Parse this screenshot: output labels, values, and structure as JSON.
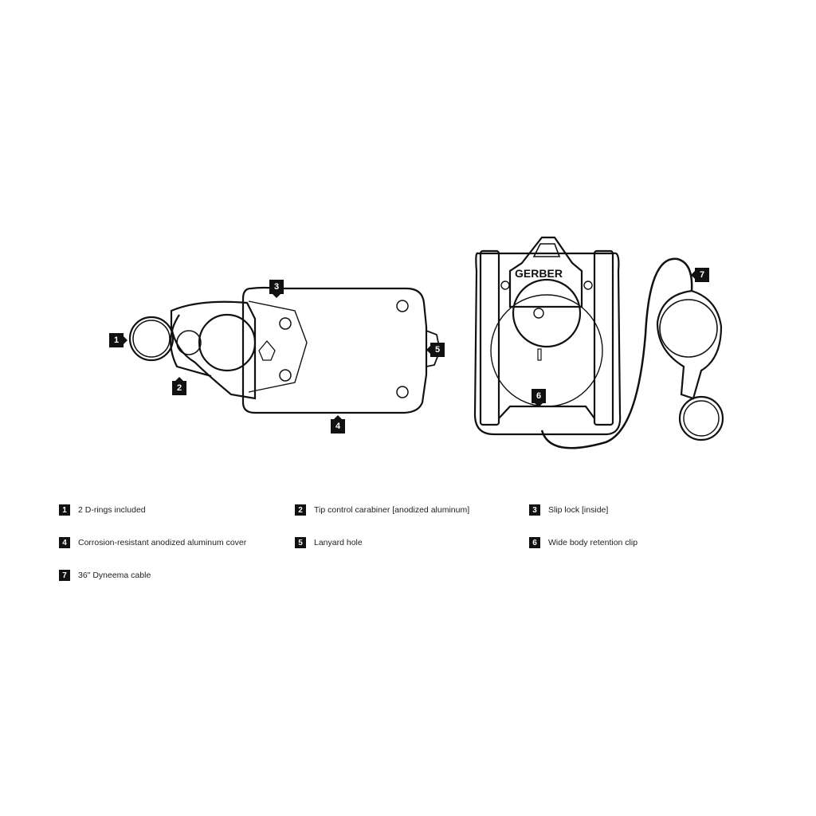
{
  "brand_mark": "GERBER",
  "callouts": [
    "1",
    "2",
    "3",
    "4",
    "5",
    "6",
    "7"
  ],
  "legend": [
    {
      "num": "1",
      "text": "2 D-rings included"
    },
    {
      "num": "2",
      "text": "Tip control carabiner [anodized aluminum]"
    },
    {
      "num": "3",
      "text": "Slip lock [inside]"
    },
    {
      "num": "4",
      "text": "Corrosion-resistant anodized aluminum cover"
    },
    {
      "num": "5",
      "text": "Lanyard hole"
    },
    {
      "num": "6",
      "text": "Wide body retention clip"
    },
    {
      "num": "7",
      "text": "36\" Dyneema cable"
    }
  ]
}
